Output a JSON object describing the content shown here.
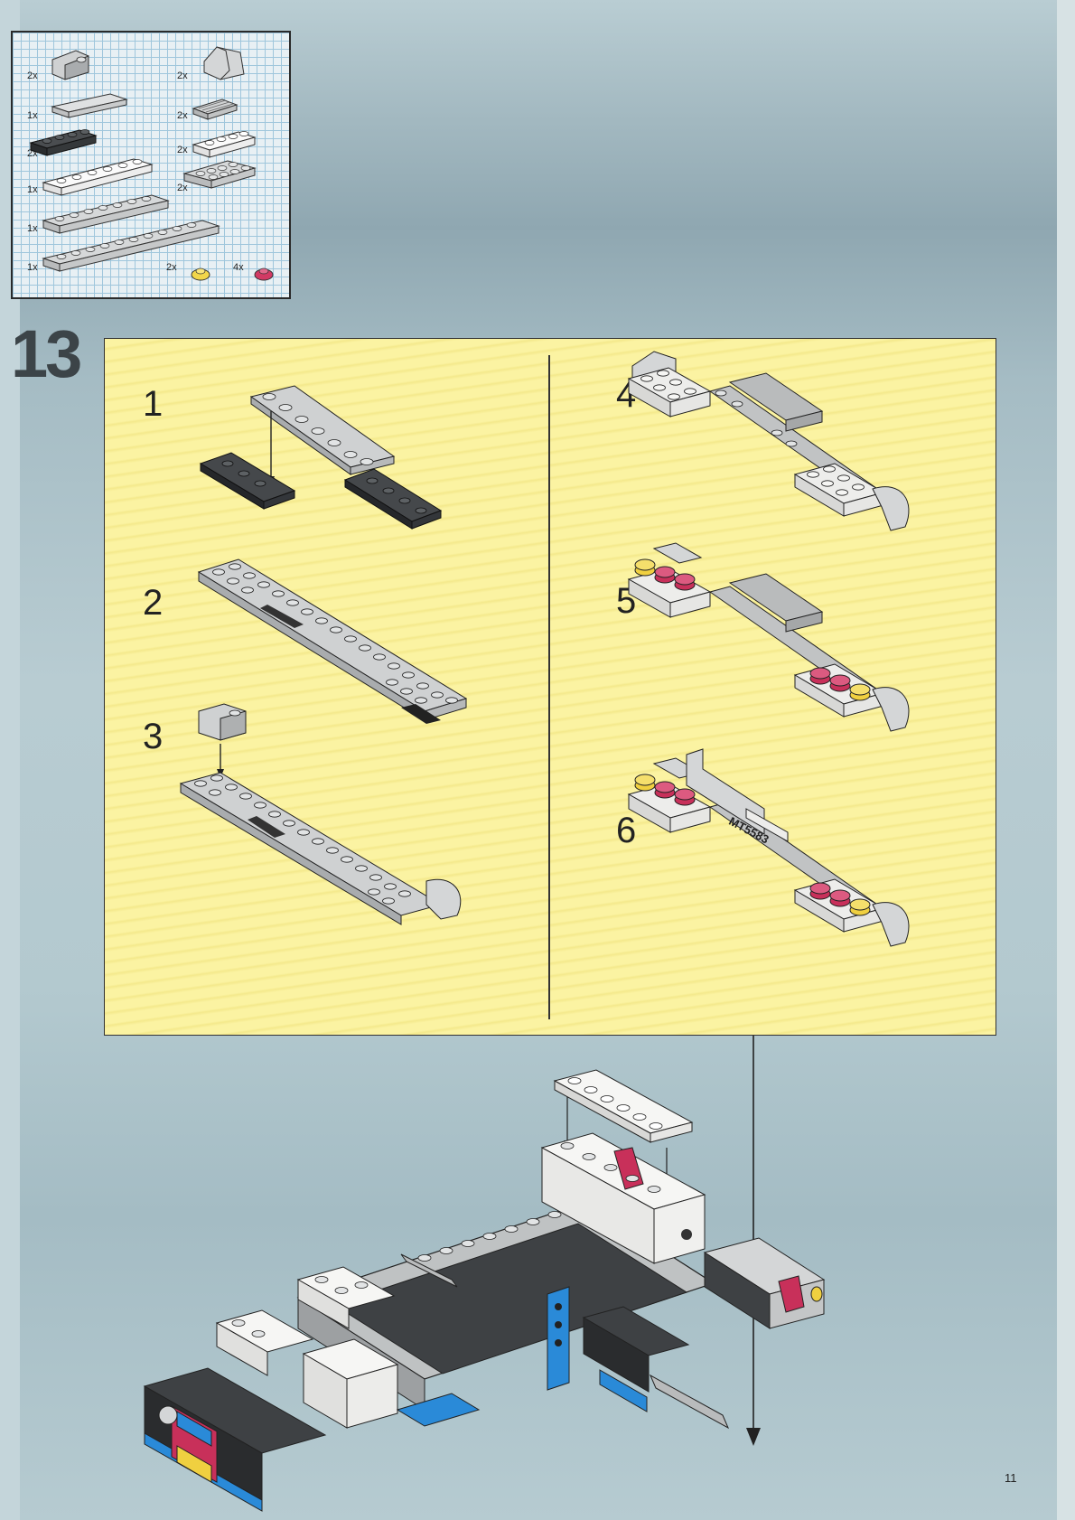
{
  "page": {
    "step_number": "13",
    "page_number": "11"
  },
  "inventory": {
    "items": [
      {
        "qty": "2x",
        "part": "grey-slope-brick-icon"
      },
      {
        "qty": "2x",
        "part": "grey-wedge-brick-icon"
      },
      {
        "qty": "1x",
        "part": "grey-tile-1x6-icon"
      },
      {
        "qty": "2x",
        "part": "grey-grille-tile-icon"
      },
      {
        "qty": "2x",
        "part": "black-plate-1x4-icon"
      },
      {
        "qty": "2x",
        "part": "white-plate-1x4-icon"
      },
      {
        "qty": "1x",
        "part": "white-plate-1x6-icon"
      },
      {
        "qty": "2x",
        "part": "grey-plate-2x4-icon"
      },
      {
        "qty": "1x",
        "part": "grey-plate-1x8-icon"
      },
      {
        "qty": "1x",
        "part": "grey-plate-1x12-icon"
      },
      {
        "qty": "2x",
        "part": "yellow-round-plate-icon"
      },
      {
        "qty": "4x",
        "part": "red-round-plate-icon"
      }
    ]
  },
  "substeps": [
    {
      "label": "1"
    },
    {
      "label": "2"
    },
    {
      "label": "3"
    },
    {
      "label": "4"
    },
    {
      "label": "5"
    },
    {
      "label": "6"
    }
  ],
  "sticker_text": "MT5583",
  "colors": {
    "panel_yellow": "#fbf3a2",
    "light_grey": "#c8cacb",
    "dark_grey": "#3c3f42",
    "white": "#f4f4f0",
    "red": "#c8305a",
    "yellow": "#f0d040",
    "blue": "#2a8ad8"
  }
}
